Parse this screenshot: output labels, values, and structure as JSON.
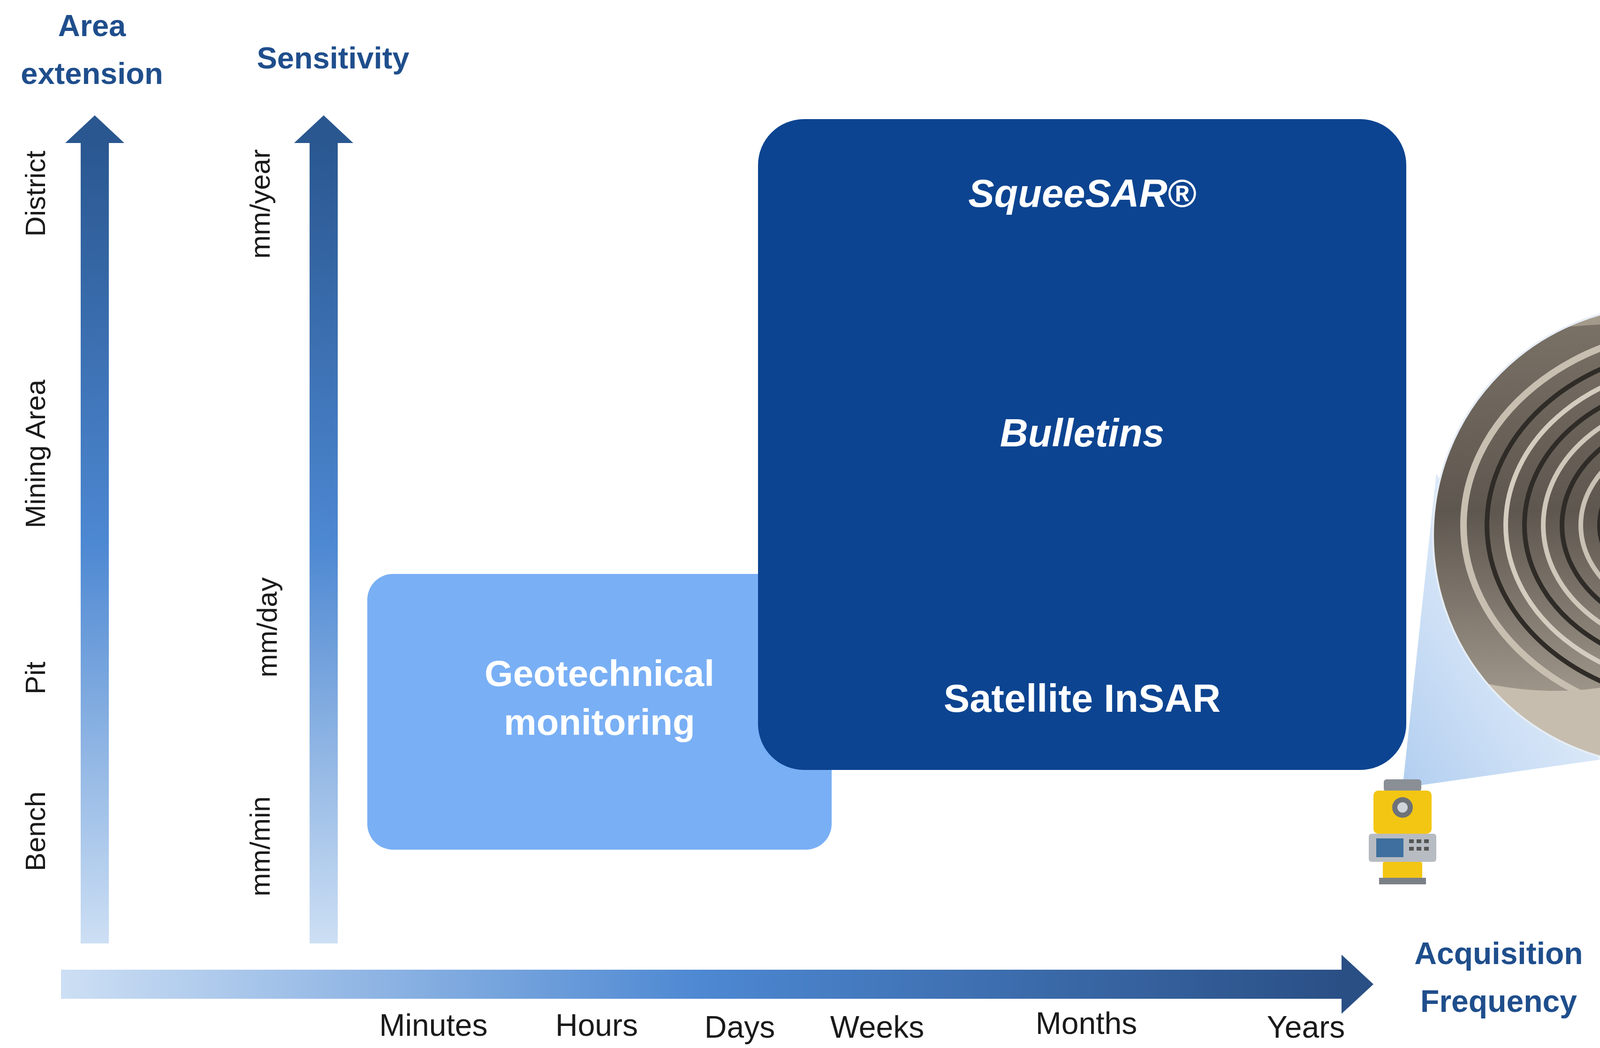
{
  "diagram": {
    "nodes": [
      {
        "text": [
          "SqueeSAR®",
          "Bulletins",
          "Satellite InSAR"
        ]
      },
      {
        "text": [
          "Geotechnical monitoring"
        ]
      }
    ],
    "labels": [
      "Area extension",
      "Sensitivity",
      "District",
      "Mining Area",
      "Pit",
      "Bench",
      "mm/year",
      "mm/day",
      "mm/min",
      "Minutes",
      "Hours",
      "Days",
      "Weeks",
      "Months",
      "Years",
      "Acquisition Frequency"
    ]
  }
}
